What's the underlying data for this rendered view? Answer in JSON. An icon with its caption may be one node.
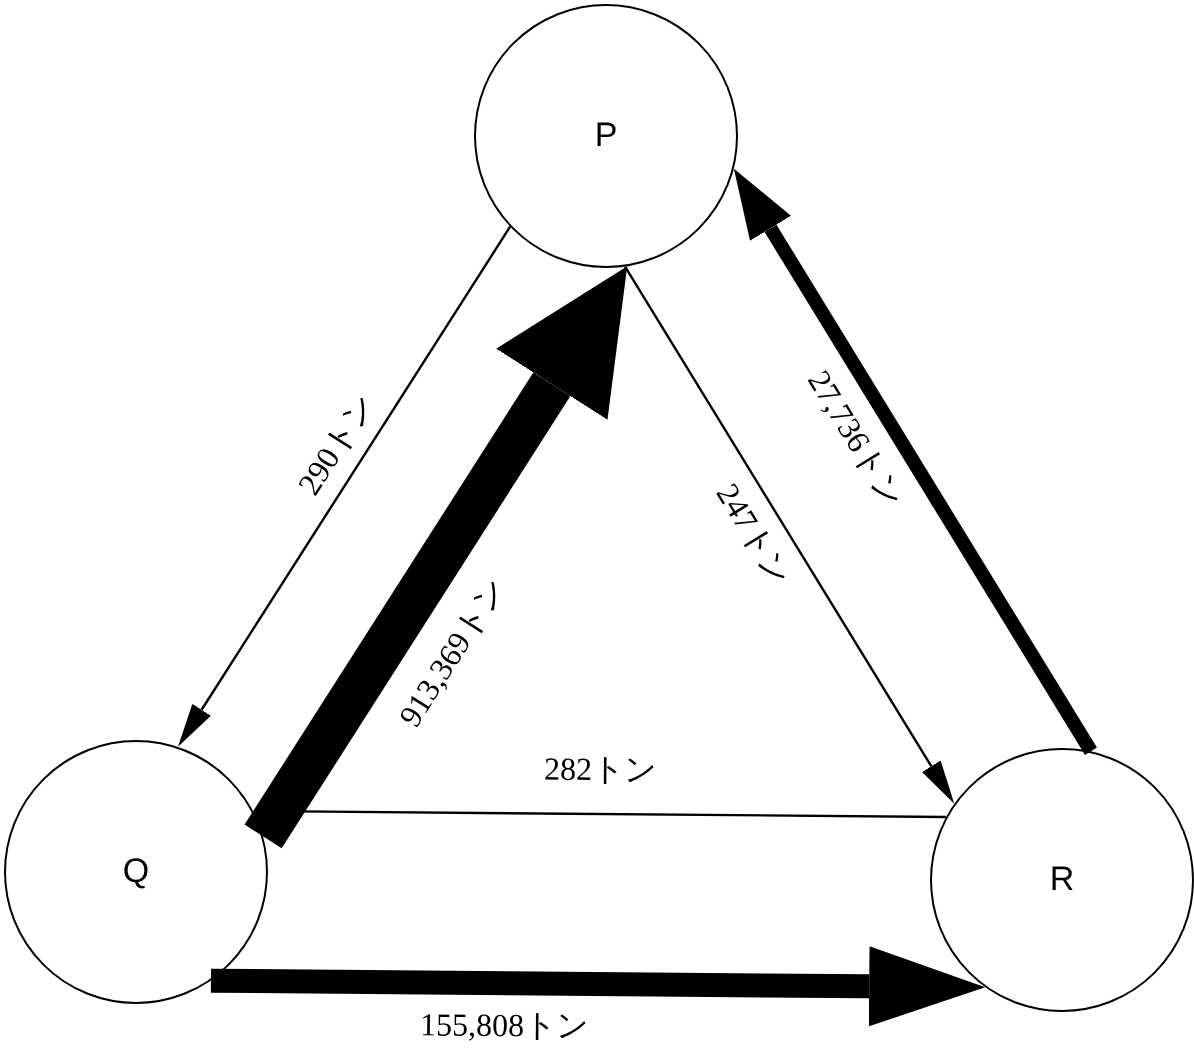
{
  "diagram": {
    "nodes": [
      {
        "text": [
          "P"
        ]
      },
      {
        "text": [
          "Q"
        ]
      },
      {
        "text": [
          "R"
        ]
      }
    ],
    "edges": [
      {
        "from": 0,
        "to": 1,
        "arrow": "to",
        "label": "290トン"
      },
      {
        "from": 1,
        "to": 0,
        "arrow": "to",
        "label": "913,369トン",
        "style": "thick"
      },
      {
        "from": 0,
        "to": 2,
        "arrow": "to",
        "label": "247トン"
      },
      {
        "from": 2,
        "to": 0,
        "arrow": "to",
        "label": "27,736トン",
        "style": "thick"
      },
      {
        "from": 2,
        "to": 1,
        "arrow": "to",
        "label": "282トン"
      },
      {
        "from": 1,
        "to": 2,
        "arrow": "to",
        "label": "155,808トン",
        "style": "thick"
      }
    ]
  }
}
